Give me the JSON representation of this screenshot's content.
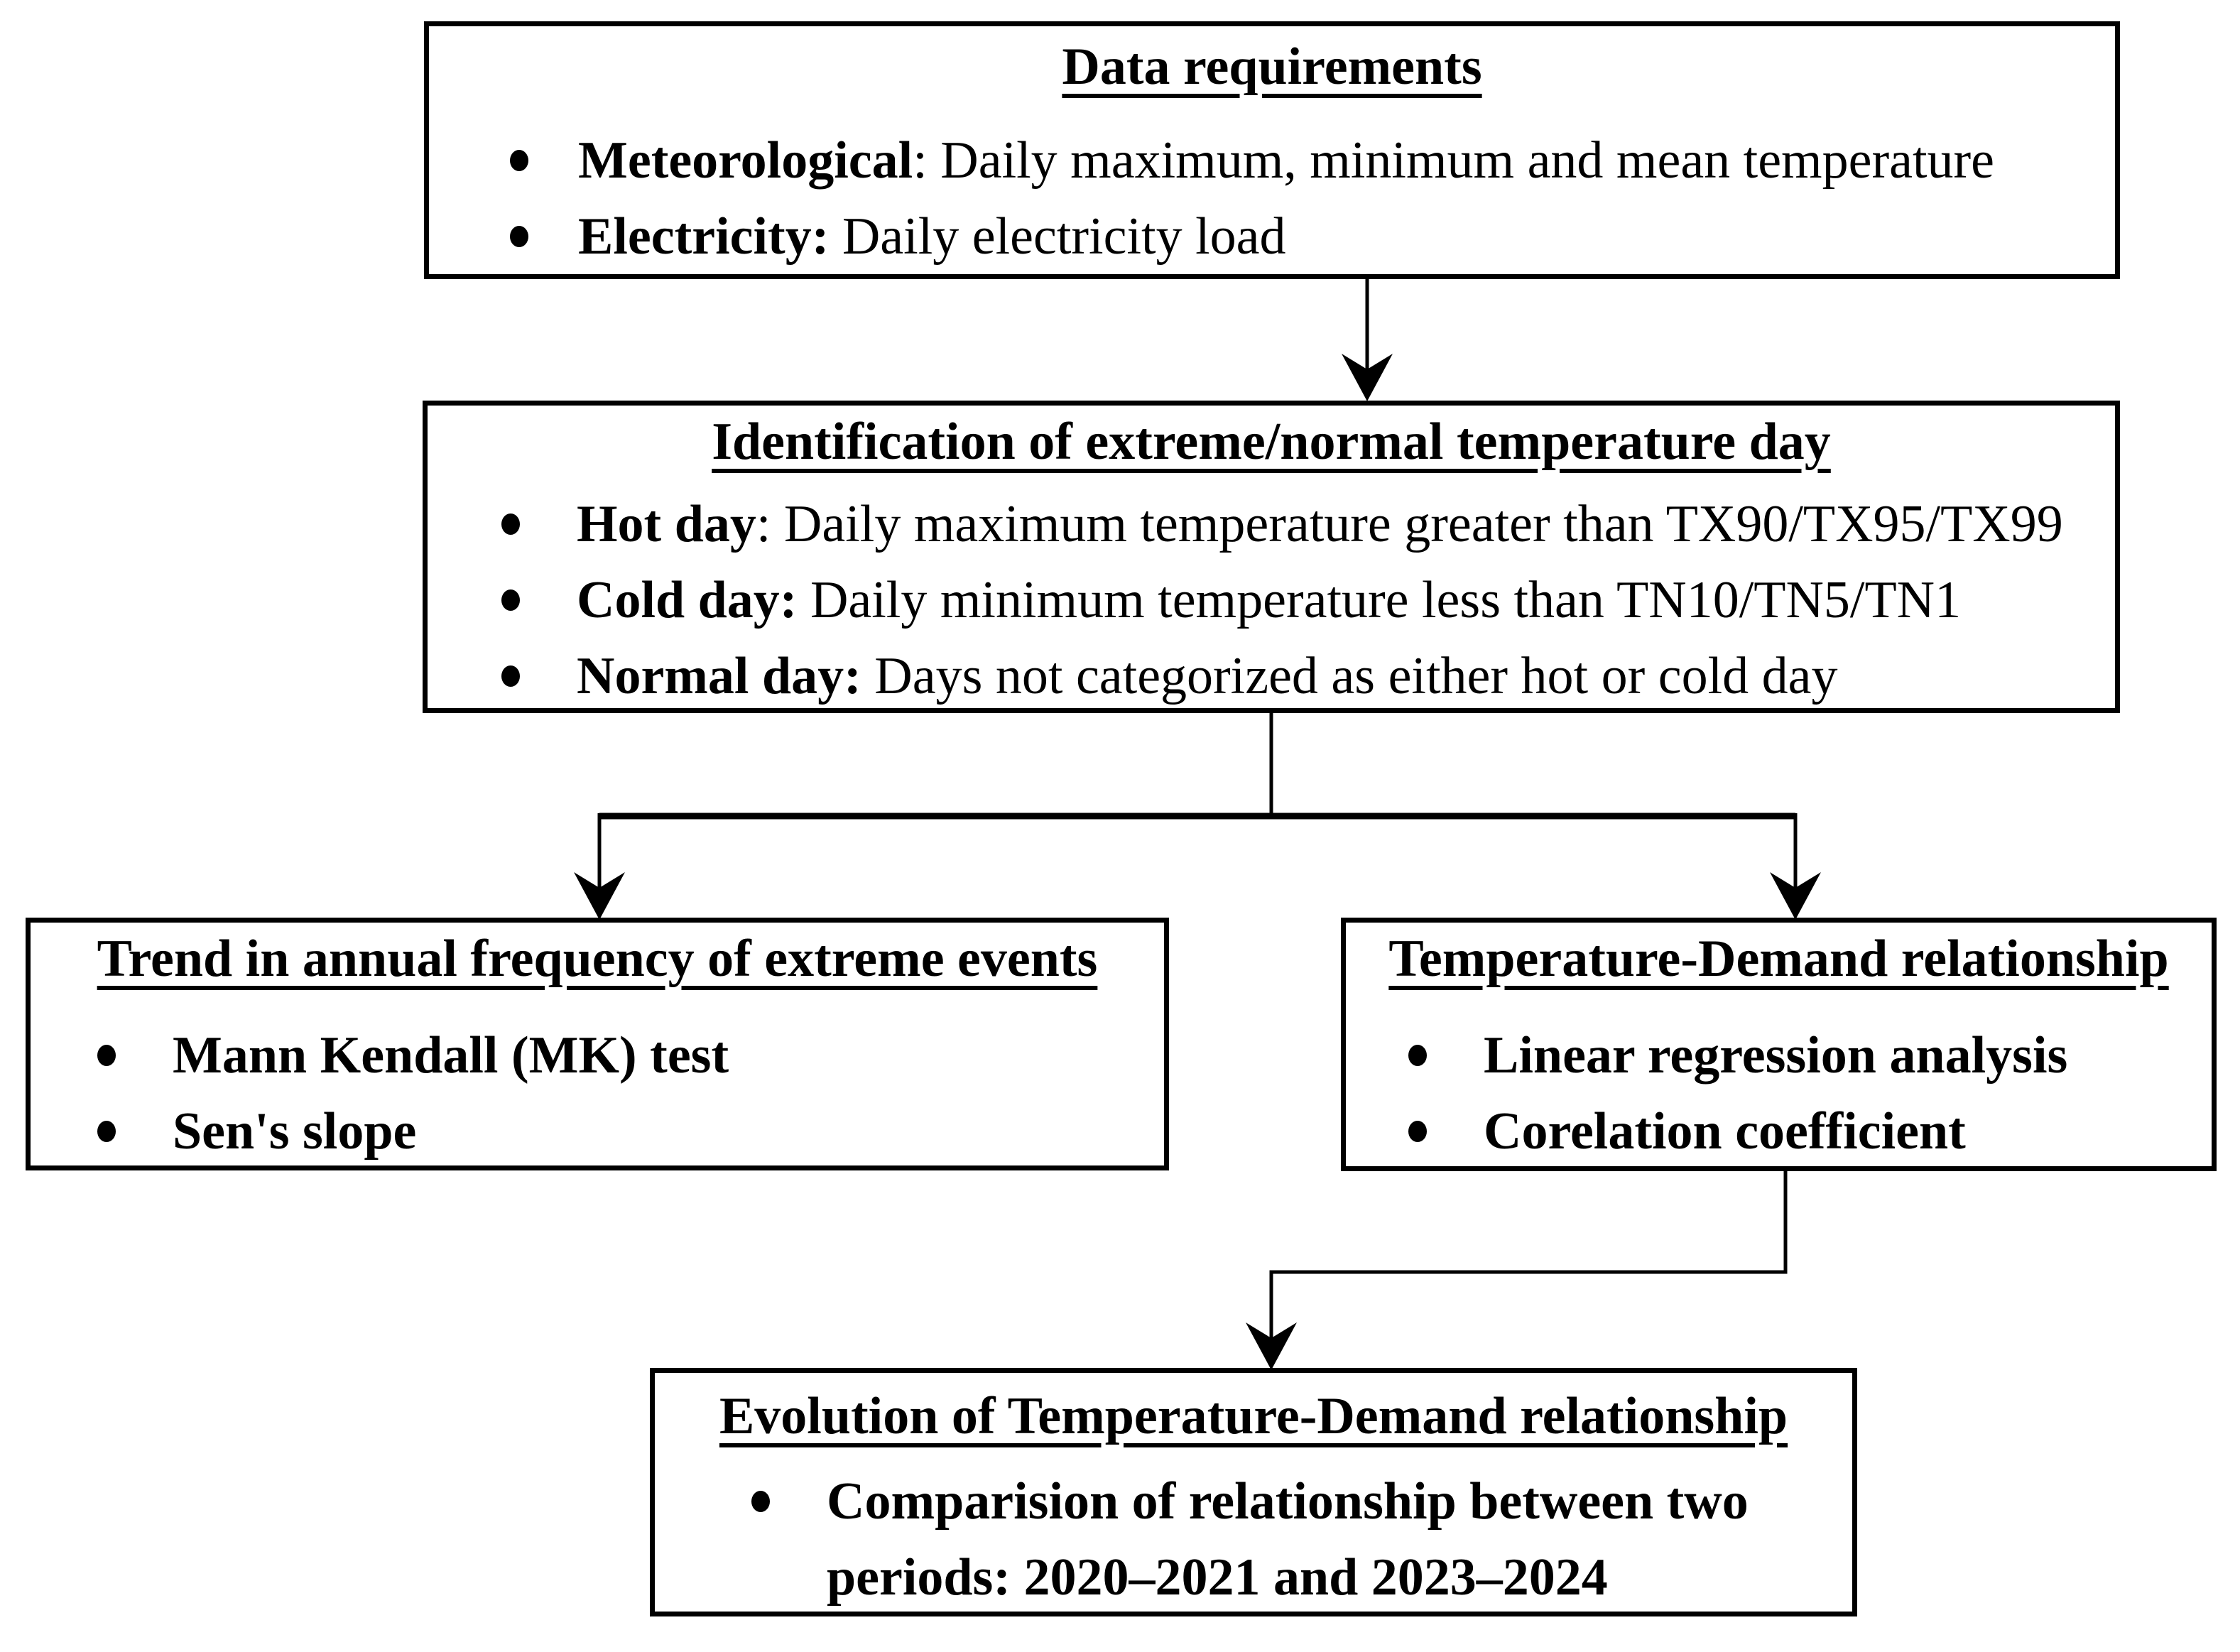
{
  "page": {
    "background_color": "#ffffff",
    "line_color": "#000000",
    "text_color": "#000000"
  },
  "flowchart": {
    "boxes": [
      {
        "id": "data-requirements",
        "title": "Data requirements",
        "bullets": [
          {
            "lead": "Meteorological",
            "rest": ": Daily maximum, minimum and mean temperature"
          },
          {
            "lead": "Electricity:",
            "rest": " Daily electricity load"
          }
        ]
      },
      {
        "id": "identification-extreme-normal-day",
        "title": "Identification of extreme/normal temperature day",
        "bullets": [
          {
            "lead": "Hot day",
            "rest": ": Daily maximum temperature greater than TX90/TX95/TX99"
          },
          {
            "lead": "Cold day:",
            "rest": " Daily minimum temperature less than TN10/TN5/TN1"
          },
          {
            "lead": "Normal day:",
            "rest": " Days not categorized as either hot or cold day"
          }
        ]
      },
      {
        "id": "trend-annual-frequency",
        "title": "Trend in annual frequency of extreme events",
        "bullets": [
          {
            "lead": "Mann Kendall (MK) test",
            "rest": ""
          },
          {
            "lead": "Sen's slope",
            "rest": ""
          }
        ]
      },
      {
        "id": "temperature-demand-relationship",
        "title": "Temperature-Demand relationship",
        "bullets": [
          {
            "lead": "Linear regression analysis",
            "rest": ""
          },
          {
            "lead": "Corelation coefficient",
            "rest": ""
          }
        ]
      },
      {
        "id": "evolution-temperature-demand",
        "title": "Evolution of Temperature-Demand relationship",
        "bullets": [
          {
            "lead": "Comparision of relationship between two",
            "rest": "",
            "line2": "periods: 2020–2021 and 2023–2024"
          }
        ]
      }
    ]
  }
}
